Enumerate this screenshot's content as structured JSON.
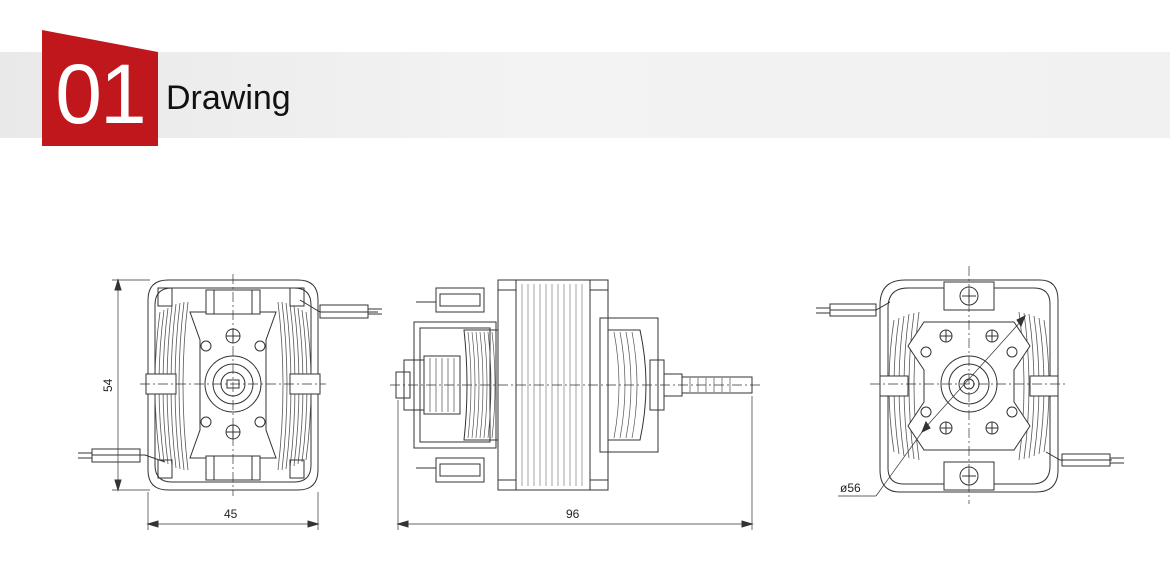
{
  "header": {
    "number": "01",
    "title": "Drawing",
    "accent_color": "#c0171d"
  },
  "drawing": {
    "front_view": {
      "height_dim": "54",
      "width_dim": "45"
    },
    "side_view": {
      "length_dim": "96"
    },
    "rear_view": {
      "diameter_dim": "ø56"
    }
  }
}
